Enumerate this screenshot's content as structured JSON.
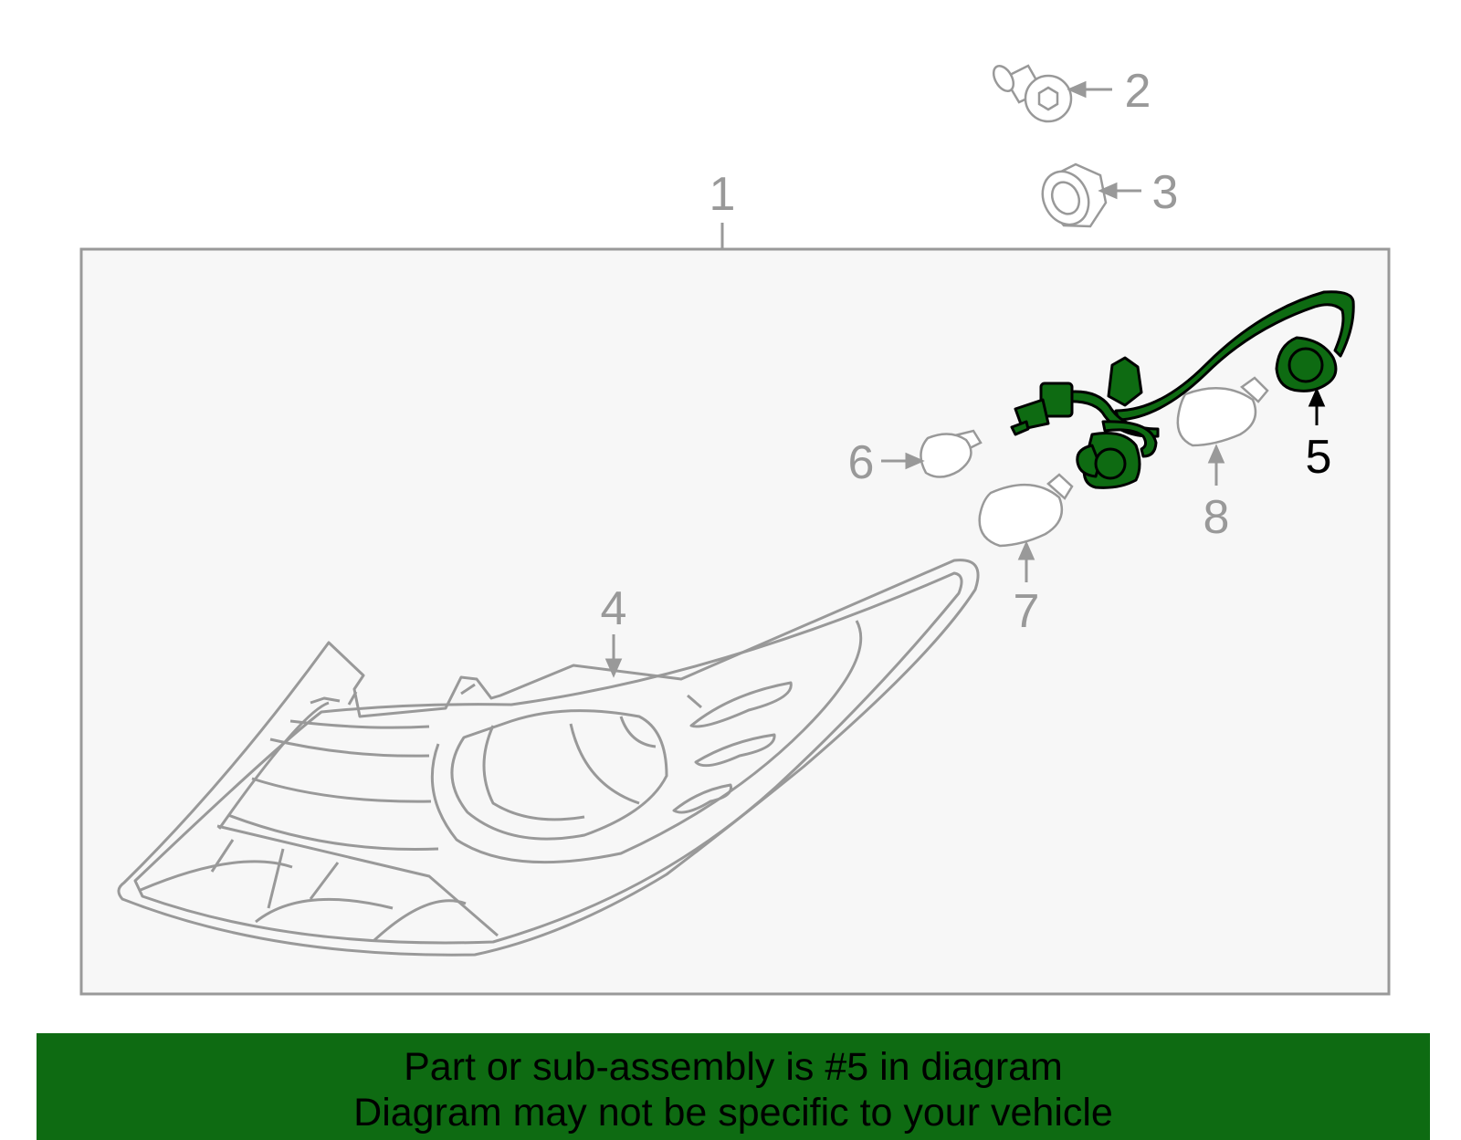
{
  "diagram": {
    "callouts": [
      {
        "id": "1",
        "label": "1",
        "highlighted": false
      },
      {
        "id": "2",
        "label": "2",
        "highlighted": false
      },
      {
        "id": "3",
        "label": "3",
        "highlighted": false
      },
      {
        "id": "4",
        "label": "4",
        "highlighted": false
      },
      {
        "id": "5",
        "label": "5",
        "highlighted": true
      },
      {
        "id": "6",
        "label": "6",
        "highlighted": false
      },
      {
        "id": "7",
        "label": "7",
        "highlighted": false
      },
      {
        "id": "8",
        "label": "8",
        "highlighted": false
      }
    ],
    "colors": {
      "line": "#999999",
      "panel_fill": "#f7f7f7",
      "highlight_fill": "#0e6b12",
      "highlight_stroke": "#000000",
      "banner_bg": "#0e6b12"
    }
  },
  "banner": {
    "line1": "Part or sub-assembly is #5 in diagram",
    "line2": "Diagram may not be specific to your vehicle"
  }
}
